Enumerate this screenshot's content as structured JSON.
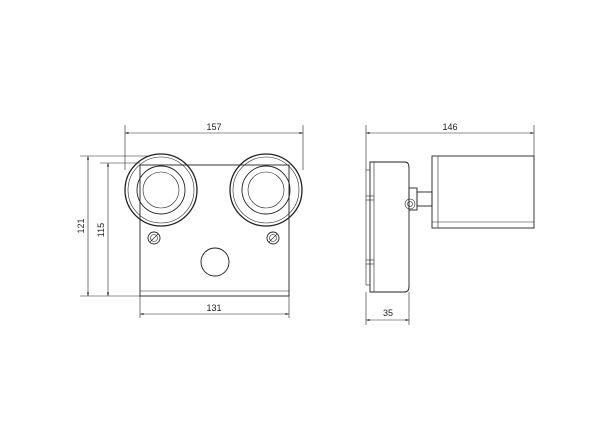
{
  "dimensions": {
    "front_width": "157",
    "front_base_width": "131",
    "front_height_total": "121",
    "front_height_body": "115",
    "side_depth": "146",
    "side_plate_depth": "35"
  }
}
